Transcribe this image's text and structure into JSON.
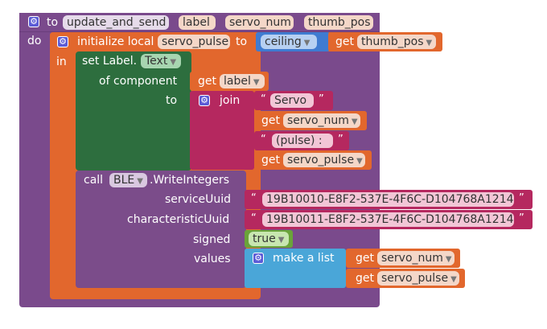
{
  "procedure": {
    "to_label": "to",
    "name": "update_and_send",
    "params": [
      "label",
      "servo_num",
      "thumb_pos"
    ],
    "do_label": "do"
  },
  "init_local": {
    "label": "initialize local",
    "var_name": "servo_pulse",
    "to_label": "to",
    "in_label": "in",
    "ceiling_label": "ceiling",
    "get_label": "get",
    "get_var": "thumb_pos"
  },
  "set_label": {
    "set_text": "set Label.",
    "property": "Text",
    "of_component": "of component",
    "to_label": "to",
    "get_label": "get",
    "component_var": "label",
    "join_label": "join",
    "join_items": {
      "text1": "Servo",
      "get1": "servo_num",
      "text2": "(pulse) :",
      "get2": "servo_pulse"
    }
  },
  "call": {
    "call_label": "call",
    "component": "BLE",
    "method": ".WriteIntegers",
    "service_uuid_label": "serviceUuid",
    "service_uuid": "19B10010-E8F2-537E-4F6C-D104768A1214",
    "characteristic_uuid_label": "characteristicUuid",
    "characteristic_uuid": "19B10011-E8F2-537E-4F6C-D104768A1214",
    "signed_label": "signed",
    "signed_value": "true",
    "values_label": "values",
    "make_list_label": "make a list",
    "list_items": [
      "servo_num",
      "servo_pulse"
    ],
    "get_label": "get"
  },
  "colors": {
    "procedure": "#7a4a8c",
    "variables": "#e2672d",
    "component": "#2d6e3e",
    "text": "#b5285f",
    "math": "#3f7bd1",
    "logic": "#6aa33a",
    "lists": "#4aa6d8",
    "ble_call": "#7b4c8a"
  },
  "icons": {
    "gear": "gear-icon"
  }
}
